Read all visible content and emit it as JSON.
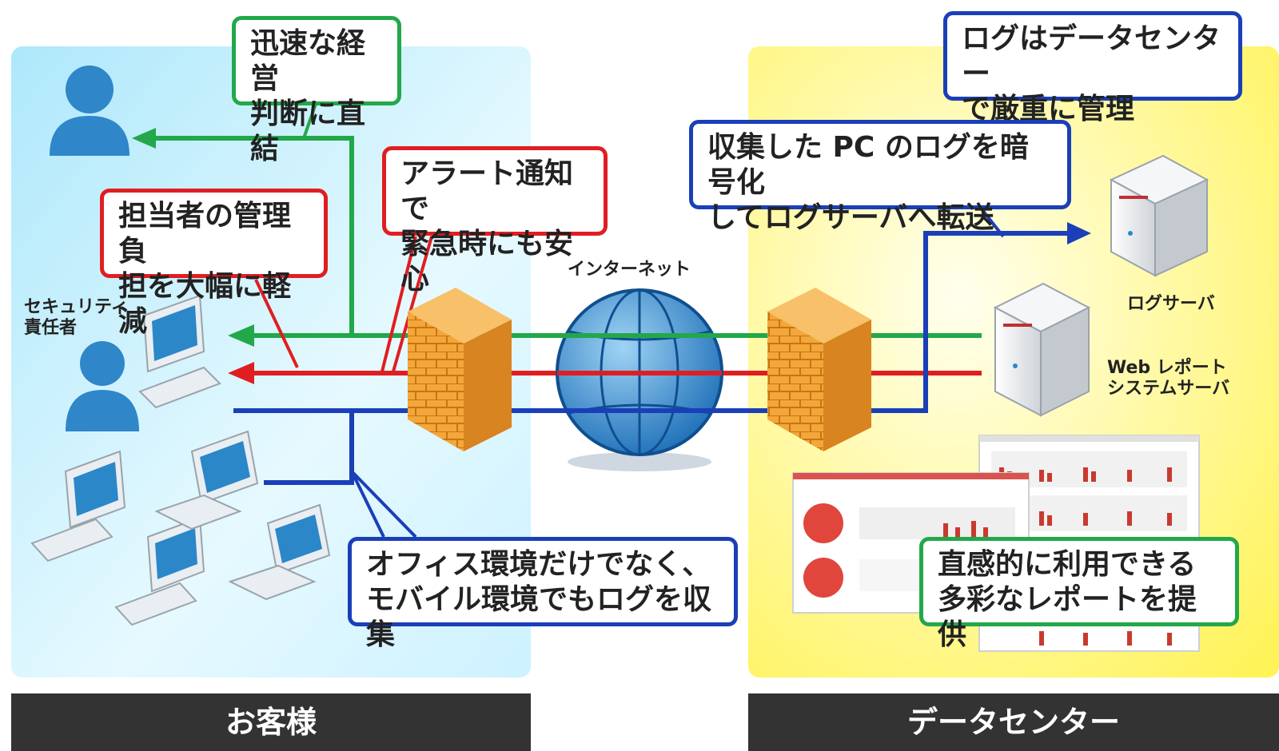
{
  "regions": {
    "customer": "お客様",
    "datacenter": "データセンター"
  },
  "callouts": {
    "management": "迅速な経営\n判断に直結",
    "workload": "担当者の管理負\n担を大幅に軽減",
    "alert": "アラート通知で\n緊急時にも安心",
    "mobile": "オフィス環境だけでなく、\nモバイル環境でもログを収集",
    "datacenter_manage": "ログはデータセンター\nで厳重に管理",
    "encrypt": "収集した PC のログを暗号化\nしてログサーバへ転送",
    "reports": "直感的に利用できる\n多彩なレポートを提供"
  },
  "labels": {
    "security_officer": "セキュリティ\n責任者",
    "internet": "インターネット",
    "log_server": "ログサーバ",
    "web_report": "Web レポート\nシステムサーバ"
  },
  "colors": {
    "green": "#22a84a",
    "red": "#e01e22",
    "blue": "#1a3fb8",
    "customer_bg": "#bfefff",
    "datacenter_bg": "#fff36a",
    "firewall": "#f0a43a",
    "person": "#2f86c9"
  }
}
